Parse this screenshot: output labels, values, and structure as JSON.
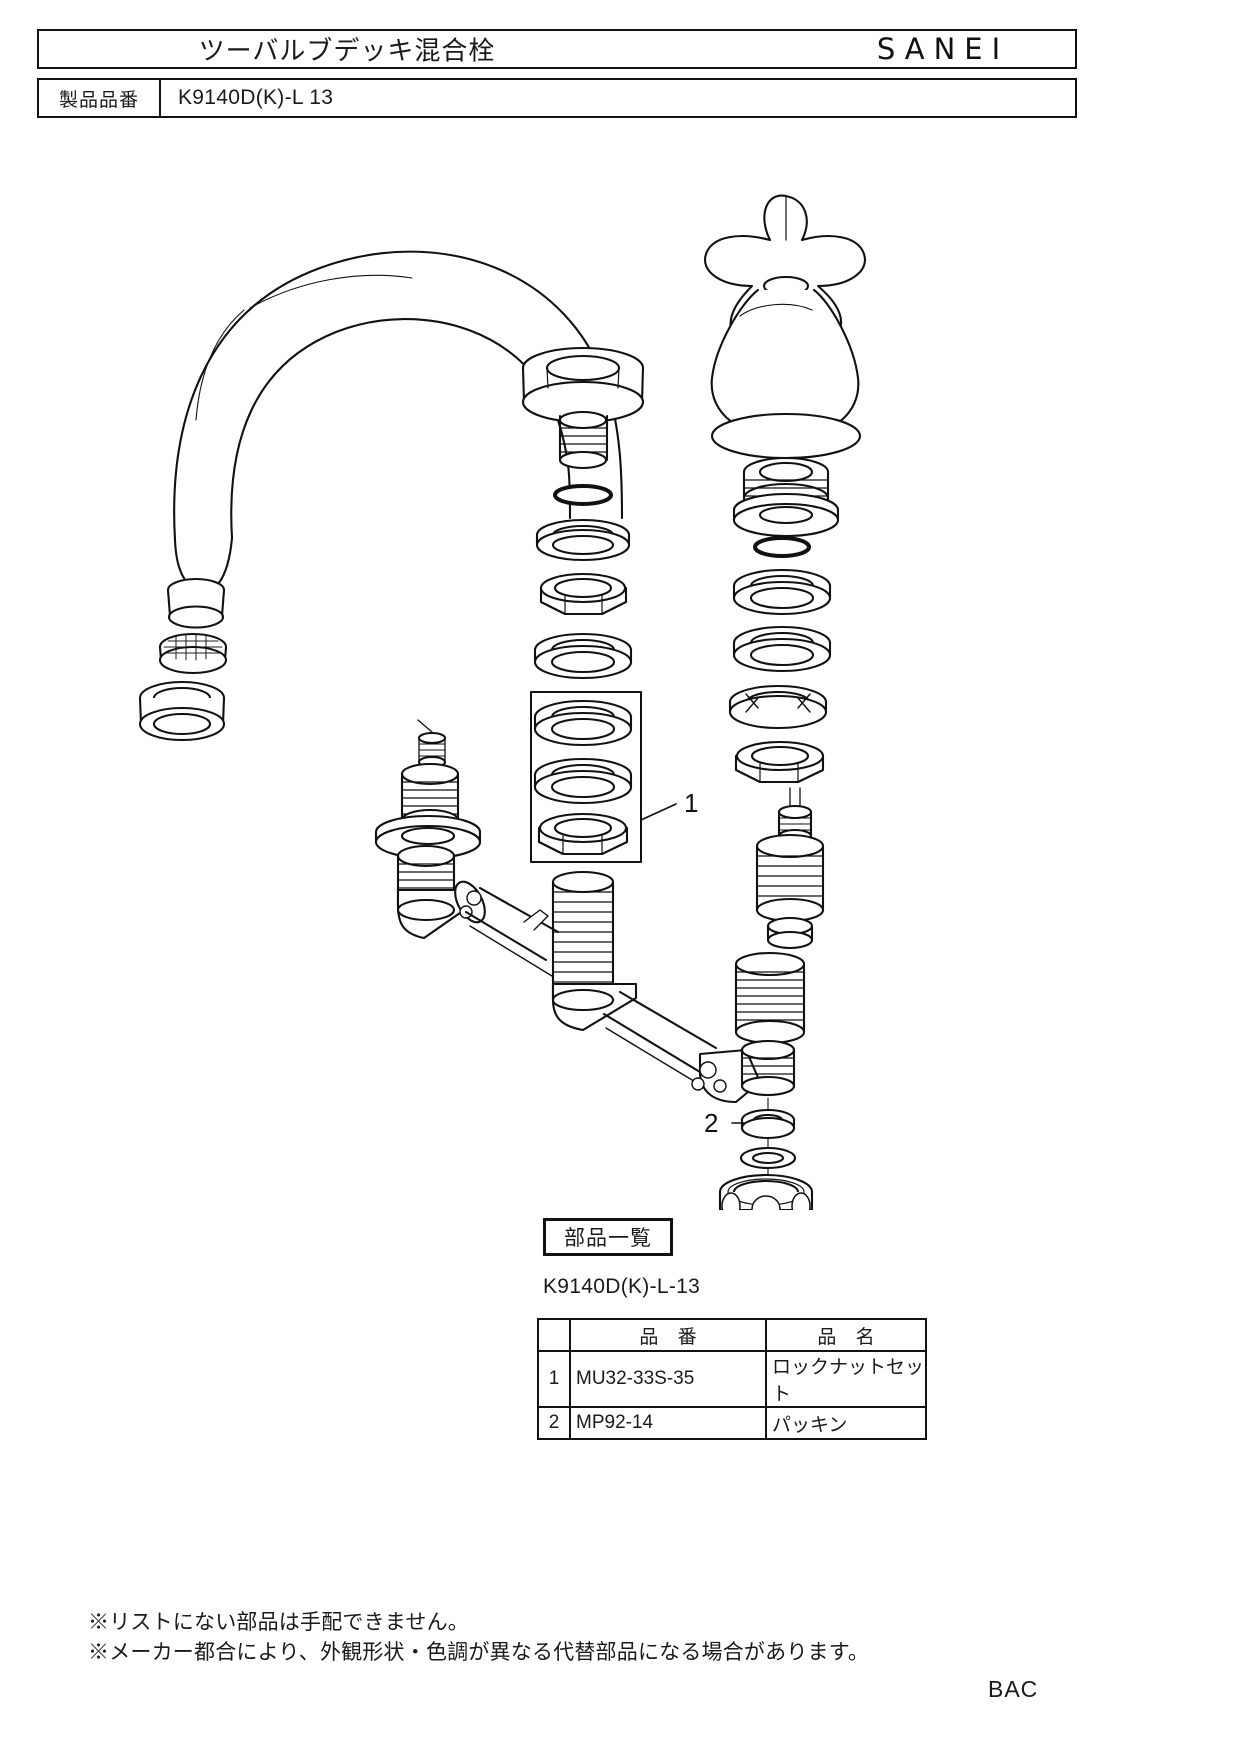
{
  "header": {
    "title": "ツーバルブデッキ混合栓",
    "brand": "SANEI",
    "model_label": "製品品番",
    "model_value": "K9140D(K)-L 13"
  },
  "diagram": {
    "callouts": [
      {
        "id": "1",
        "label": "1"
      },
      {
        "id": "2",
        "label": "2"
      }
    ]
  },
  "parts_list": {
    "heading": "部品一覧",
    "model_code": "K9140D(K)-L-13",
    "columns": [
      "",
      "品 番",
      "品 名"
    ],
    "rows": [
      {
        "index": "1",
        "code": "MU32-33S-35",
        "name": "ロックナットセット"
      },
      {
        "index": "2",
        "code": "MP92-14",
        "name": "パッキン"
      }
    ]
  },
  "footer": {
    "note1": "※リストにない部品は手配できません。",
    "note2": "※メーカー都合により、外観形状・色調が異なる代替部品になる場合があります。",
    "page_code": "BAC"
  }
}
